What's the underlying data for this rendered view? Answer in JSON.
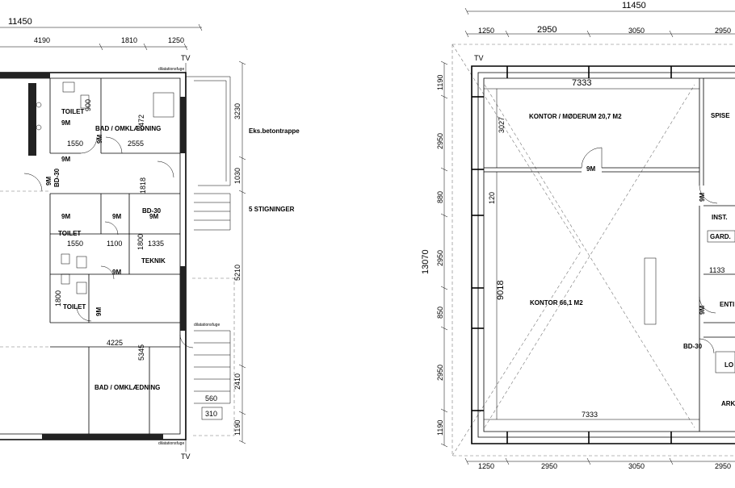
{
  "left_plan": {
    "dim_total": "11450",
    "dim_top": [
      "4190",
      "1810",
      "1250"
    ],
    "dim_right": [
      "3230",
      "1030",
      "5210",
      "2410",
      "1190"
    ],
    "tv_top": "TV",
    "tv_bottom": "TV",
    "dilatation_top": "dilatationsfuge",
    "dilatation_mid": "dilatationsfuge",
    "dilatation_bottom": "dilatationsfuge",
    "stair_note": "Eks.betontrappe",
    "steps_note": "5 STIGNINGER",
    "rooms": {
      "toilet1": "TOILET",
      "bad1": "BAD / OMKLÆDNING",
      "toilet2": "TOILET",
      "toilet3": "TOILET",
      "teknik": "TEKNIK",
      "bad2": "BAD / OMKLÆDNING"
    },
    "doors": {
      "d1": "9M",
      "d2": "9M",
      "d3": "9M",
      "d4": "9M",
      "d5": "9M",
      "d6": "9M",
      "d7": "9M",
      "d8": "9M",
      "d9": "9M",
      "bd1": "BD-30",
      "bd2": "BD-30"
    },
    "inner_dims": {
      "a": "900",
      "b": "2472",
      "c": "1550",
      "d": "2555",
      "e": "1818",
      "f": "1550",
      "g": "1100",
      "h": "1800",
      "i": "1335",
      "j": "1800",
      "k": "4225",
      "l": "5345",
      "m": "560",
      "n": "310"
    }
  },
  "right_plan": {
    "dim_total": "11450",
    "dim_top": [
      "1250",
      "2950",
      "3050",
      "2950"
    ],
    "dim_bottom": [
      "1250",
      "2950",
      "3050",
      "2950"
    ],
    "dim_left_total": "13070",
    "dim_left": [
      "1190",
      "2950",
      "880",
      "2950",
      "850",
      "2950",
      "1190"
    ],
    "tv": "TV",
    "width_top": "7333",
    "width_bottom": "7333",
    "room_heights": [
      "3027",
      "120",
      "9018"
    ],
    "rooms": {
      "kontor_moede": "KONTOR / MØDERUM 20,7 M2",
      "kontor": "KONTOR 66,1 M2",
      "spise": "SPISE",
      "inst": "INST.",
      "gard": "GARD.",
      "entre": "ENTI",
      "lo": "LO",
      "ark": "ARK"
    },
    "doors": {
      "d1": "9M",
      "d2": "9M",
      "d3": "9M",
      "bd": "BD-30"
    },
    "small_dim": "1133"
  }
}
